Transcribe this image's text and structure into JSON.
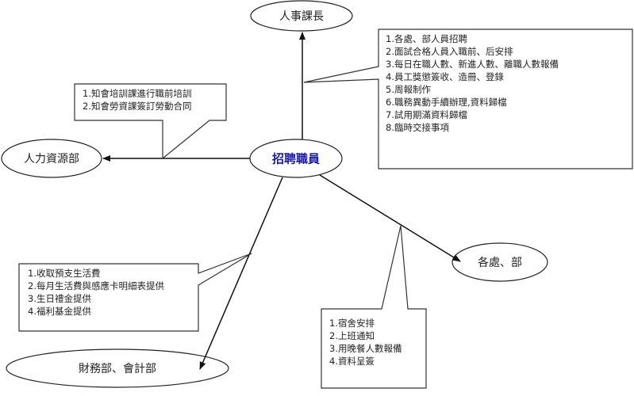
{
  "diagram": {
    "center_node": {
      "label": "招聘職員",
      "color": "#1a1aa8"
    },
    "nodes": {
      "top": {
        "label": "人事課長"
      },
      "left": {
        "label": "人力資源部"
      },
      "right": {
        "label": "各處、部"
      },
      "bottom": {
        "label": "財務部、會計部"
      }
    },
    "callouts": {
      "personnel_chief": {
        "items": [
          "1.各處、部人員招聘",
          "2.面試合格人員入職前、后安排",
          "3.每日在職人數、新進人數、離職人數報備",
          "4.員工獎懲簽收、造冊、登錄",
          "5.周報制作",
          "6.職務異動手續辦理,資料歸檔",
          "7.試用期滿資料歸檔",
          "8.臨時交接事項"
        ]
      },
      "hr_department": {
        "items": [
          "1.知會培訓課進行職前培訓",
          "2.知會勞資課簽訂勞動合同"
        ]
      },
      "finance_department": {
        "items": [
          "1.收取預支生活費",
          "2.每月生活費與感應卡明細表提供",
          "3.生日禮金提供",
          "4.福利基金提供"
        ]
      },
      "departments": {
        "items": [
          "1.宿舍安排",
          "2.上班通知",
          "3.用晚餐人數報備",
          "4.資料呈簽"
        ]
      }
    },
    "colors": {
      "line": "#111111",
      "box_border": "#333333",
      "center_text": "#1a1aa8"
    }
  }
}
